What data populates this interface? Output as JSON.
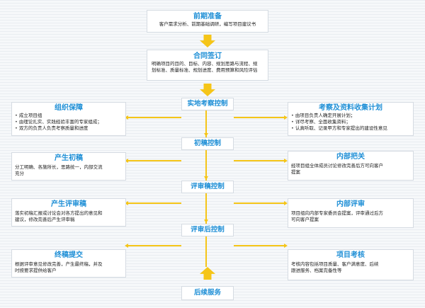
{
  "stages": {
    "prep": {
      "title": "前期准备",
      "lines": [
        "客户需求分析、前期基础调研，编写项目建议书"
      ]
    },
    "contract": {
      "title": "合同签订",
      "lines": [
        "明确项目的目的、目标、内容、规划思路与流程、规",
        "划标准、质量标准、规划进度、费用预算和风险评估"
      ]
    }
  },
  "controls": {
    "site": "实地考察控制",
    "draft": "初稿控制",
    "review": "评审稿控制",
    "post_review": "评审后控制",
    "followup": "后续服务"
  },
  "left": {
    "org": {
      "title": "组织保障",
      "lines": [
        "成立项目组",
        "由理论扎实、实践经验丰富的专家组成；",
        "双方的负责人负责考察质量和进度"
      ]
    },
    "first_draft": {
      "title": "产生初稿",
      "lines": [
        "分工明确、各施所长，思路统一，内部交流",
        "充分"
      ]
    },
    "review_draft": {
      "title": "产生评审稿",
      "lines": [
        "落实初稿汇报或讨论会对各方提出的意见和",
        "建议，修改完善后产生评审稿"
      ]
    },
    "final": {
      "title": "终稿提交",
      "lines": [
        "根据评审意见修改完善，产生最终稿，并及",
        "时按要求提供给客户"
      ]
    }
  },
  "right": {
    "survey": {
      "title": "考察及资料收集计划",
      "lines": [
        "由项目负责人确定开展计划；",
        "详尽考察、全面收集资料；",
        "认真听取、记录甲方和专家提出的建设性意见"
      ]
    },
    "internal_check": {
      "title": "内部把关",
      "lines": [
        "经项目组全体成员讨论修改完善后方可向客户",
        "提案"
      ]
    },
    "internal_review": {
      "title": "内部评审",
      "lines": [
        "项目组向内部专家委员会提案，评审通过后方",
        "可向客户提案"
      ]
    },
    "assessment": {
      "title": "项目考核",
      "lines": [
        "考核内容包括项目质量、客户满意度、后续",
        "跟进服务、档案完备性等"
      ]
    }
  }
}
